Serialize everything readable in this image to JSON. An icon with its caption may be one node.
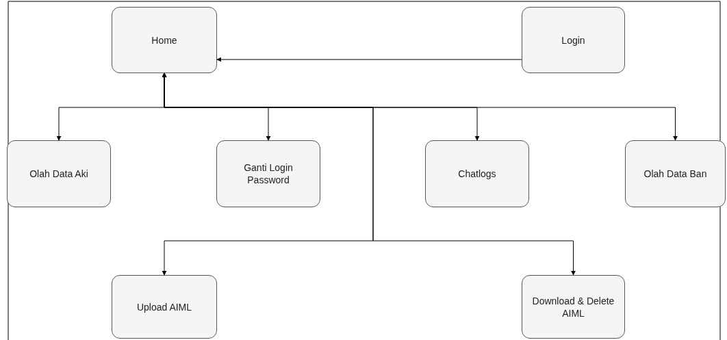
{
  "diagram": {
    "nodes": [
      {
        "text": [
          "Home"
        ]
      },
      {
        "text": [
          "Login"
        ]
      },
      {
        "text": [
          "Olah Data Aki"
        ]
      },
      {
        "text": [
          "Ganti Login Password"
        ]
      },
      {
        "text": [
          "Chatlogs"
        ]
      },
      {
        "text": [
          "Olah Data Ban"
        ]
      },
      {
        "text": [
          "Upload AIML"
        ]
      },
      {
        "text": [
          "Download & Delete AIML"
        ]
      }
    ],
    "edges": [
      {
        "from": 1,
        "to": 0,
        "arrow": "to"
      },
      {
        "from": 0,
        "to": 2,
        "arrow": "both"
      },
      {
        "from": 0,
        "to": 3,
        "arrow": "both"
      },
      {
        "from": 0,
        "to": 4,
        "arrow": "both"
      },
      {
        "from": 0,
        "to": 5,
        "arrow": "both"
      },
      {
        "from": 0,
        "to": 6,
        "arrow": "both"
      },
      {
        "from": 0,
        "to": 7,
        "arrow": "both"
      }
    ]
  }
}
